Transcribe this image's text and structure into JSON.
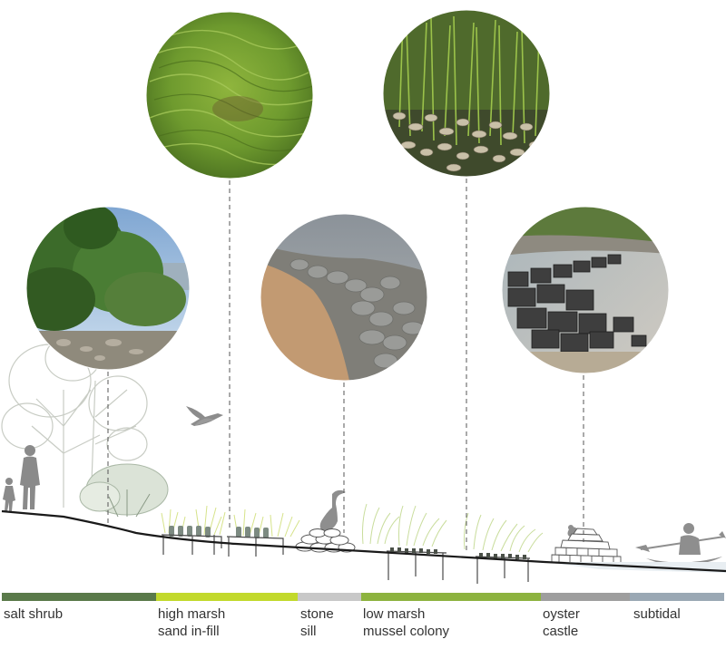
{
  "zones": [
    {
      "id": "salt-shrub",
      "lines": [
        "salt shrub"
      ],
      "color": "#5a7a4a"
    },
    {
      "id": "high-marsh",
      "lines": [
        "high marsh",
        "sand in-fill"
      ],
      "color": "#c2d92c"
    },
    {
      "id": "stone-sill",
      "lines": [
        "stone",
        "sill"
      ],
      "color": "#c8c8c8"
    },
    {
      "id": "low-marsh",
      "lines": [
        "low marsh",
        "mussel colony"
      ],
      "color": "#8db33f"
    },
    {
      "id": "oyster-castle",
      "lines": [
        "oyster",
        "castle"
      ],
      "color": "#9e9e9e"
    },
    {
      "id": "subtidal",
      "lines": [
        "subtidal"
      ],
      "color": "#9aa8b4"
    }
  ],
  "photos": [
    {
      "id": "salt-shrub-photo",
      "subject": "salt shrub thicket with sky"
    },
    {
      "id": "high-marsh-photo",
      "subject": "high marsh grass"
    },
    {
      "id": "stone-sill-photo",
      "subject": "stone sill on sandy shore"
    },
    {
      "id": "low-marsh-photo",
      "subject": "low marsh grass with mussels"
    },
    {
      "id": "oyster-castle-photo",
      "subject": "oyster castle blocks in water"
    }
  ]
}
